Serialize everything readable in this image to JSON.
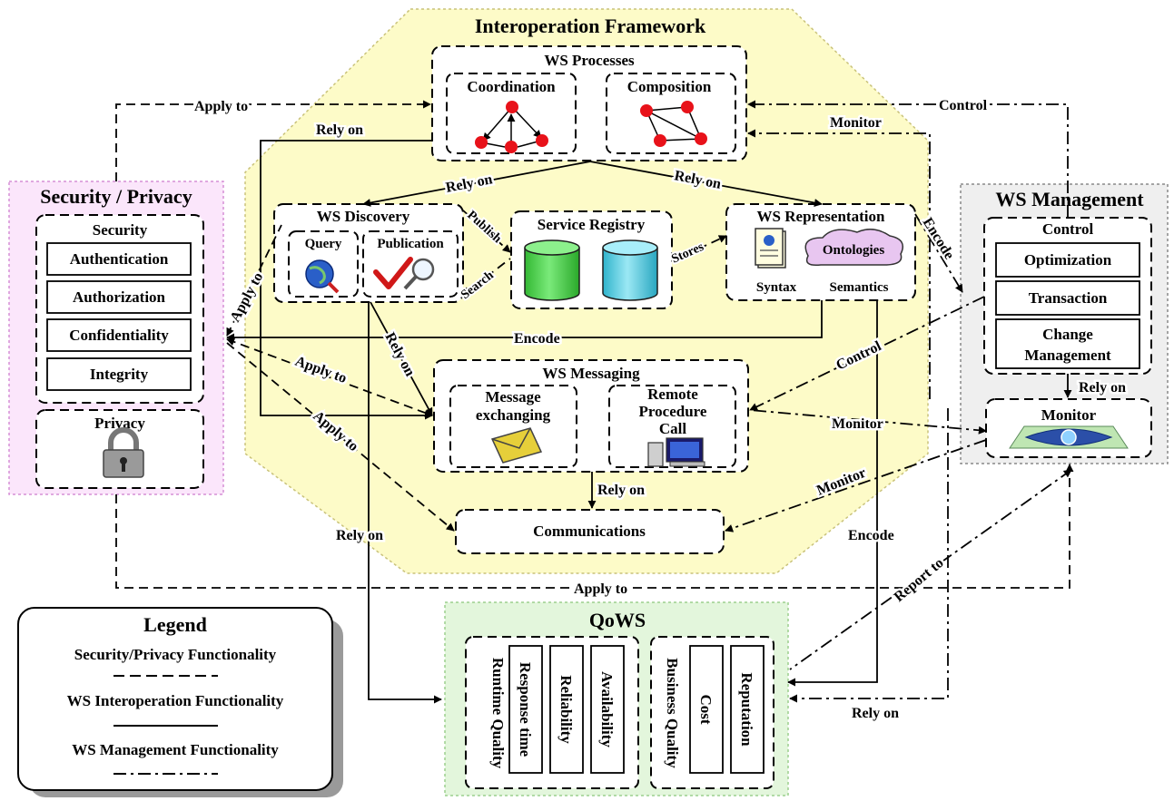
{
  "framework": {
    "title": "Interoperation Framework",
    "processes": {
      "title": "WS Processes",
      "coordination": "Coordination",
      "composition": "Composition"
    },
    "discovery": {
      "title": "WS Discovery",
      "query": "Query",
      "publication": "Publication"
    },
    "registry": {
      "title": "Service Registry"
    },
    "representation": {
      "title": "WS Representation",
      "ontologies": "Ontologies",
      "syntax": "Syntax",
      "semantics": "Semantics"
    },
    "messaging": {
      "title": "WS Messaging",
      "message_line1": "Message",
      "message_line2": "exchanging",
      "rpc_line1": "Remote",
      "rpc_line2": "Procedure",
      "rpc_line3": "Call"
    },
    "communications": "Communications"
  },
  "security_privacy": {
    "title": "Security / Privacy",
    "security_title": "Security",
    "security_items": [
      "Authentication",
      "Authorization",
      "Confidentiality",
      "Integrity"
    ],
    "privacy_title": "Privacy"
  },
  "management": {
    "title": "WS Management",
    "control_title": "Control",
    "control_items": [
      "Optimization",
      "Transaction",
      "Change",
      "Management"
    ],
    "monitor_title": "Monitor"
  },
  "qows": {
    "title": "QoWS",
    "runtime_title": "Runtime Quality",
    "runtime_items": [
      "Response time",
      "Reliability",
      "Availability"
    ],
    "business_title": "Business Quality",
    "business_items": [
      "Cost",
      "Reputation"
    ]
  },
  "legend": {
    "title": "Legend",
    "items": [
      "Security/Privacy Functionality",
      "WS Interoperation Functionality",
      "WS Management Functionality"
    ]
  },
  "edge_labels": {
    "apply_to": "Apply to",
    "rely_on": "Rely on",
    "control": "Control",
    "monitor": "Monitor",
    "publish": "Publish",
    "search": "Search",
    "stores": "Stores",
    "encode": "Encode",
    "report_to": "Report to"
  },
  "colors": {
    "framework_fill": "#fdfbc8",
    "security_fill": "#fbe6fb",
    "security_border": "#d68fd6",
    "management_fill": "#efefef",
    "qows_fill": "#e3f6dc",
    "red_node": "#e8121a",
    "cylinder_green": "#52d852",
    "cylinder_cyan": "#58d2e6"
  }
}
